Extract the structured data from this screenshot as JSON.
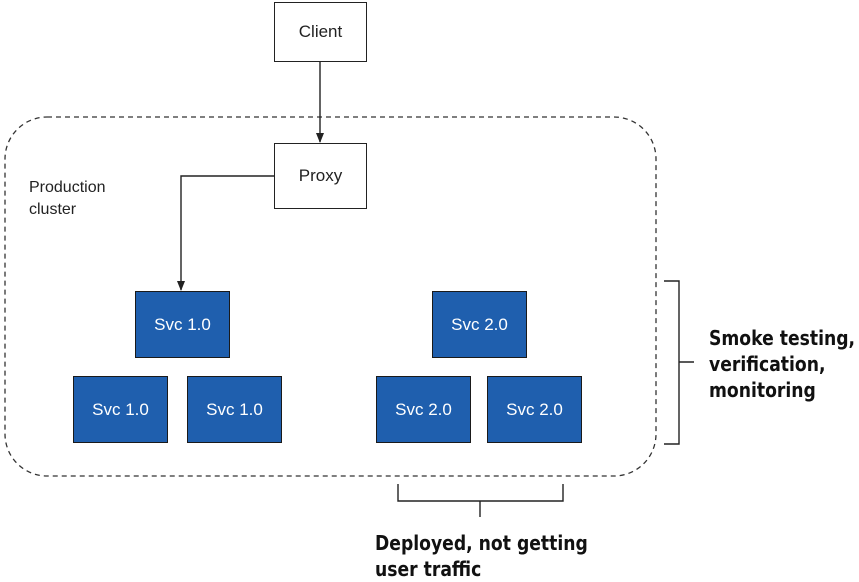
{
  "colors": {
    "service_fill": "#1f5fae",
    "line": "#222222"
  },
  "nodes": {
    "client": "Client",
    "proxy": "Proxy"
  },
  "cluster": {
    "label_line1": "Production",
    "label_line2": "cluster"
  },
  "services_v1": [
    "Svc 1.0",
    "Svc 1.0",
    "Svc 1.0"
  ],
  "services_v2": [
    "Svc 2.0",
    "Svc 2.0",
    "Svc 2.0"
  ],
  "annotations": {
    "right_line1": "Smoke testing,",
    "right_line2": "verification,",
    "right_line3": "monitoring",
    "bottom_line1": "Deployed, not getting",
    "bottom_line2": "user traffic"
  }
}
